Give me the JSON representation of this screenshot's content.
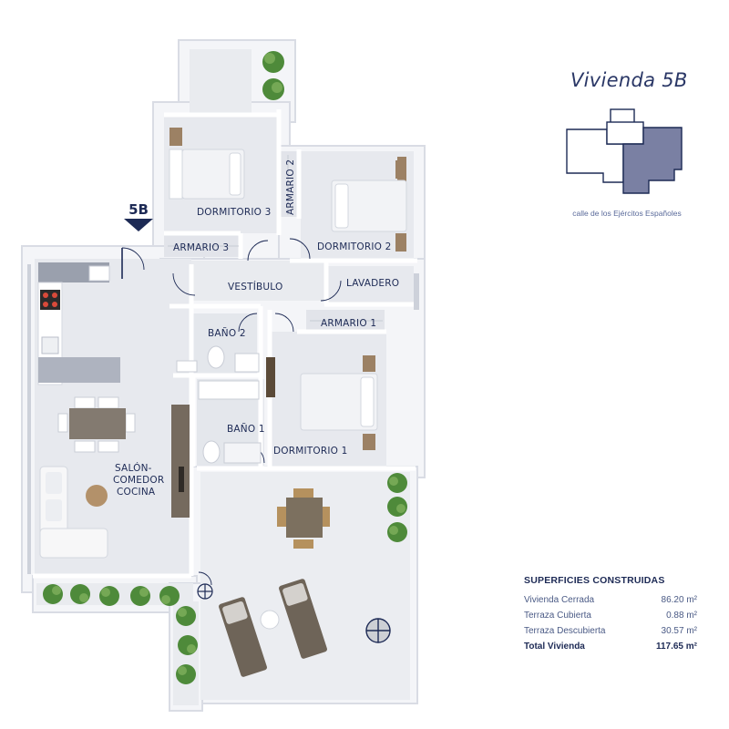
{
  "unit_title": "Vivienda 5B",
  "street_label": "calle de los Ejércitos Españoles",
  "marker_label": "5B",
  "rooms": {
    "dormitorio_3": "DORMITORIO 3",
    "armario_2": "ARMARIO 2",
    "dormitorio_2": "DORMITORIO 2",
    "armario_3": "ARMARIO 3",
    "vestibulo": "VESTÍBULO",
    "lavadero": "LAVADERO",
    "bano_2": "BAÑO 2",
    "armario_1": "ARMARIO 1",
    "bano_1": "BAÑO 1",
    "dormitorio_1": "DORMITORIO 1",
    "salon_line1": "SALÓN-",
    "salon_line2": "COMEDOR",
    "salon_line3": "COCINA"
  },
  "surfaces": {
    "title": "SUPERFICIES CONSTRUIDAS",
    "rows": [
      {
        "label": "Vivienda Cerrada",
        "value": "86.20 m²"
      },
      {
        "label": "Terraza Cubierta",
        "value": "0.88 m²"
      },
      {
        "label": "Terraza Descubierta",
        "value": "30.57 m²"
      }
    ],
    "total_label": "Total Vivienda",
    "total_value": "117.65 m²"
  },
  "colors": {
    "navy": "#1d2a55",
    "highlight": "#7a80a3",
    "wall": "#ffffff",
    "floor": "#e7e9ee",
    "terrace": "#ebedf1",
    "plant": "#4e8a3a",
    "wood": "#8a6a45"
  }
}
